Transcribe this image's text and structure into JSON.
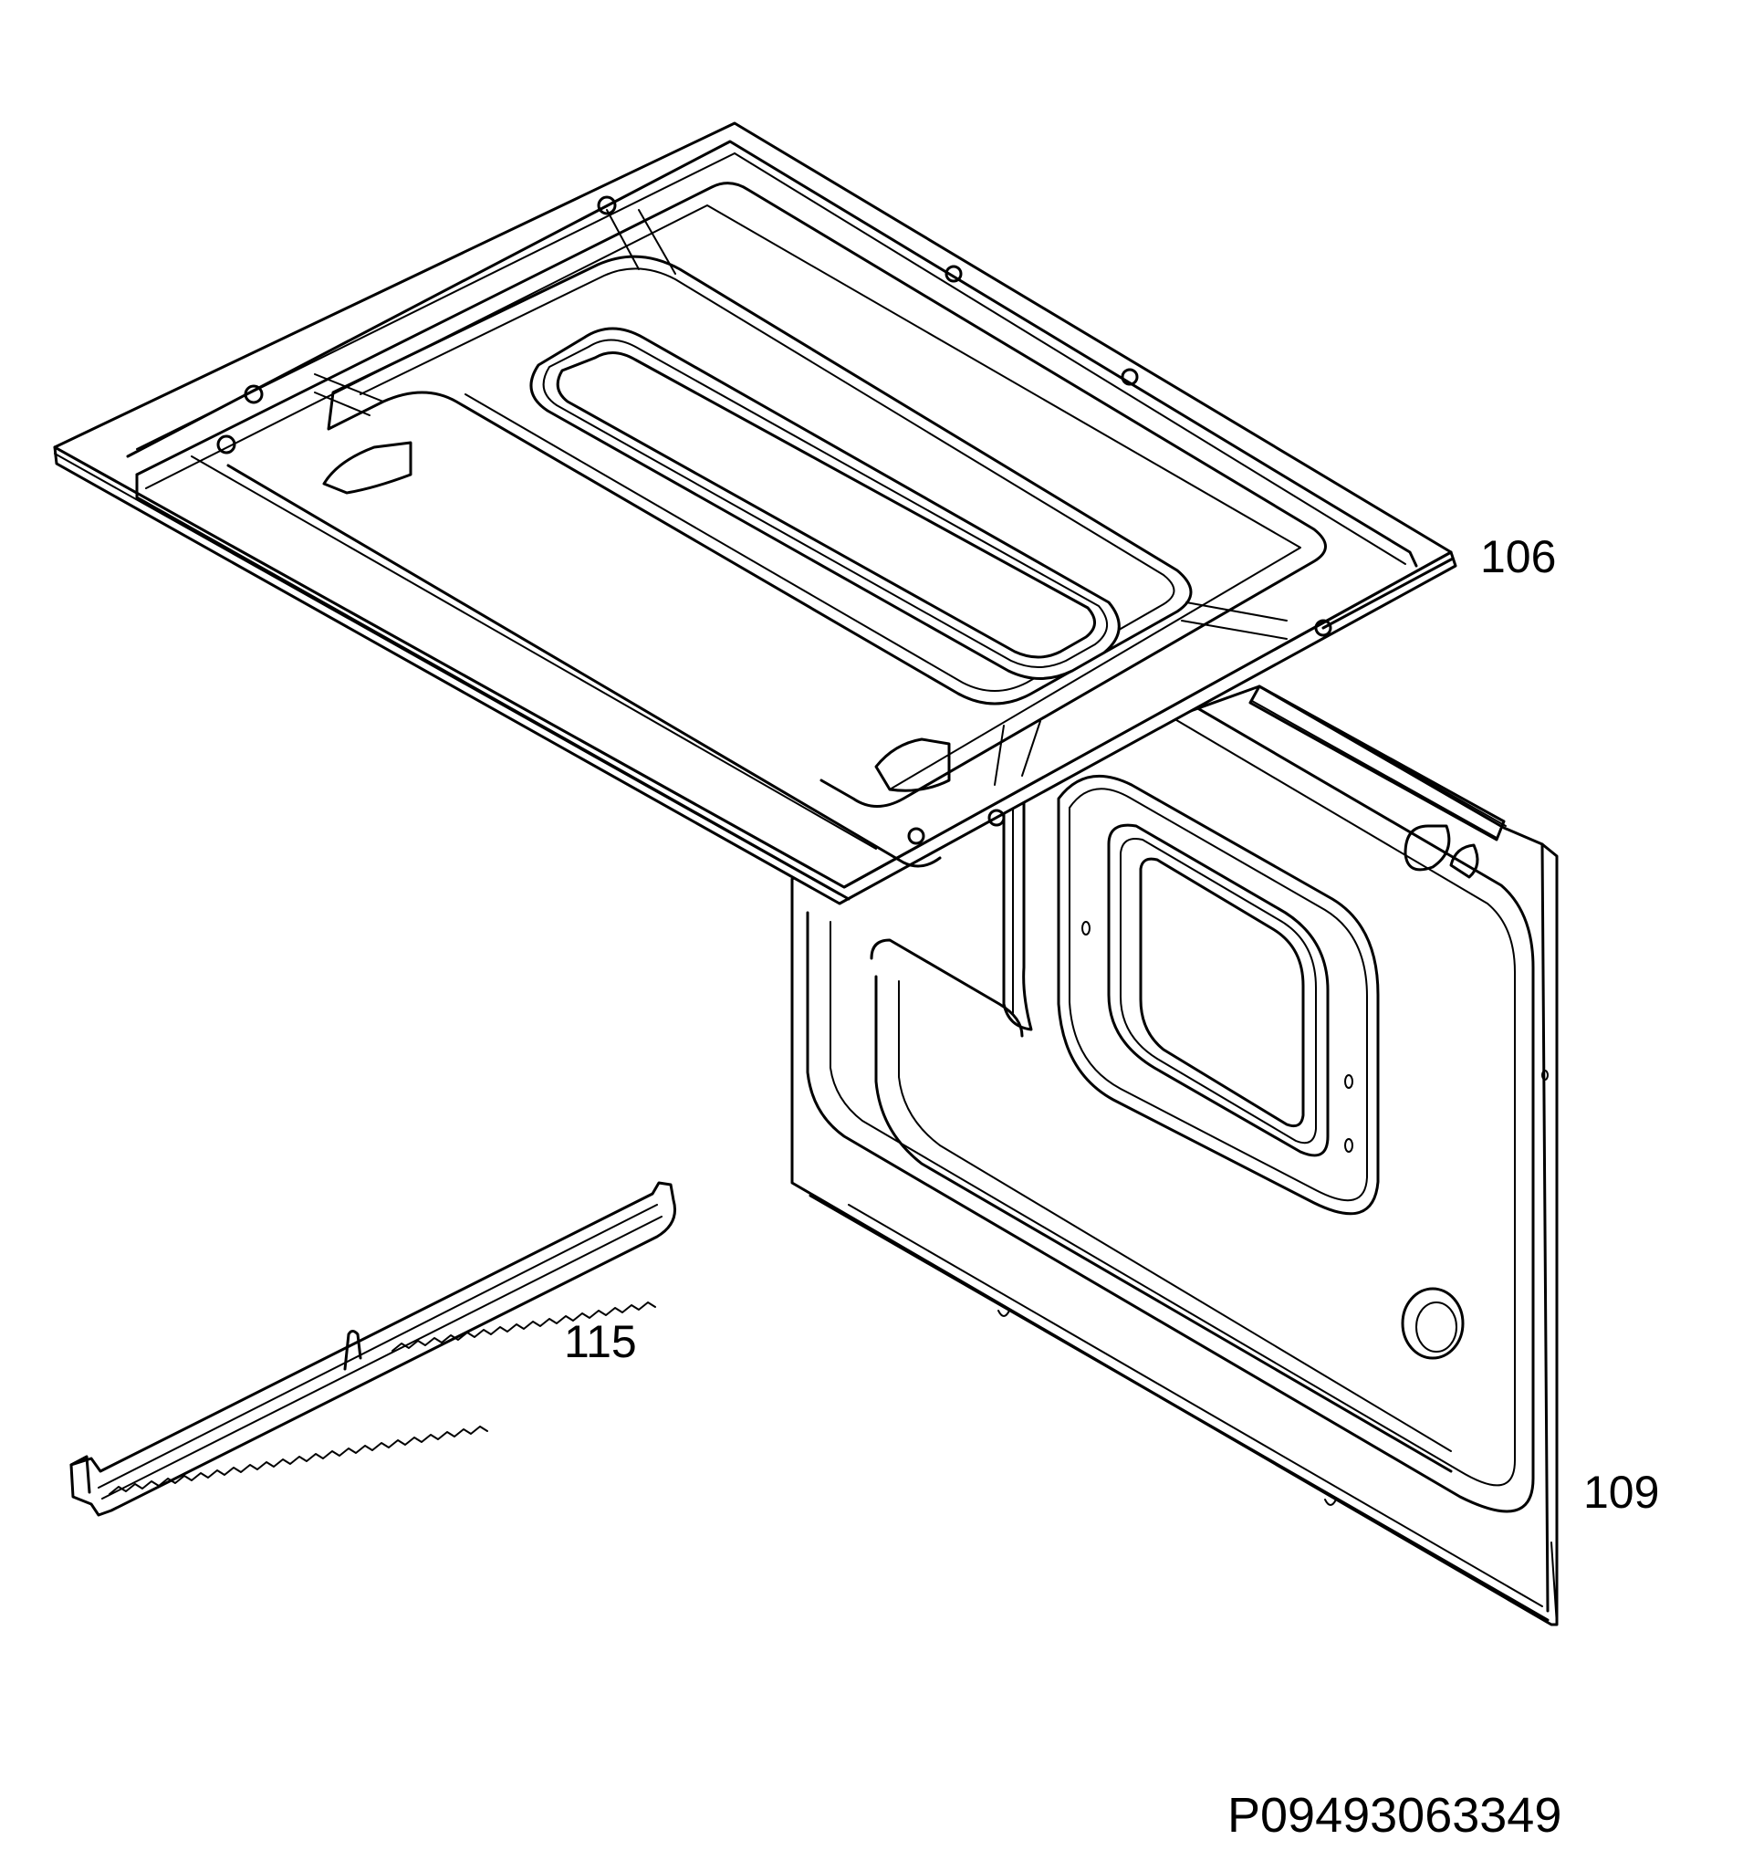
{
  "parts": [
    {
      "id": "top-panel",
      "callout": "106"
    },
    {
      "id": "back-panel",
      "callout": "109"
    },
    {
      "id": "rail",
      "callout": "115"
    }
  ],
  "document_id": "P09493063349",
  "colors": {
    "line": "#000000",
    "background": "#ffffff"
  }
}
